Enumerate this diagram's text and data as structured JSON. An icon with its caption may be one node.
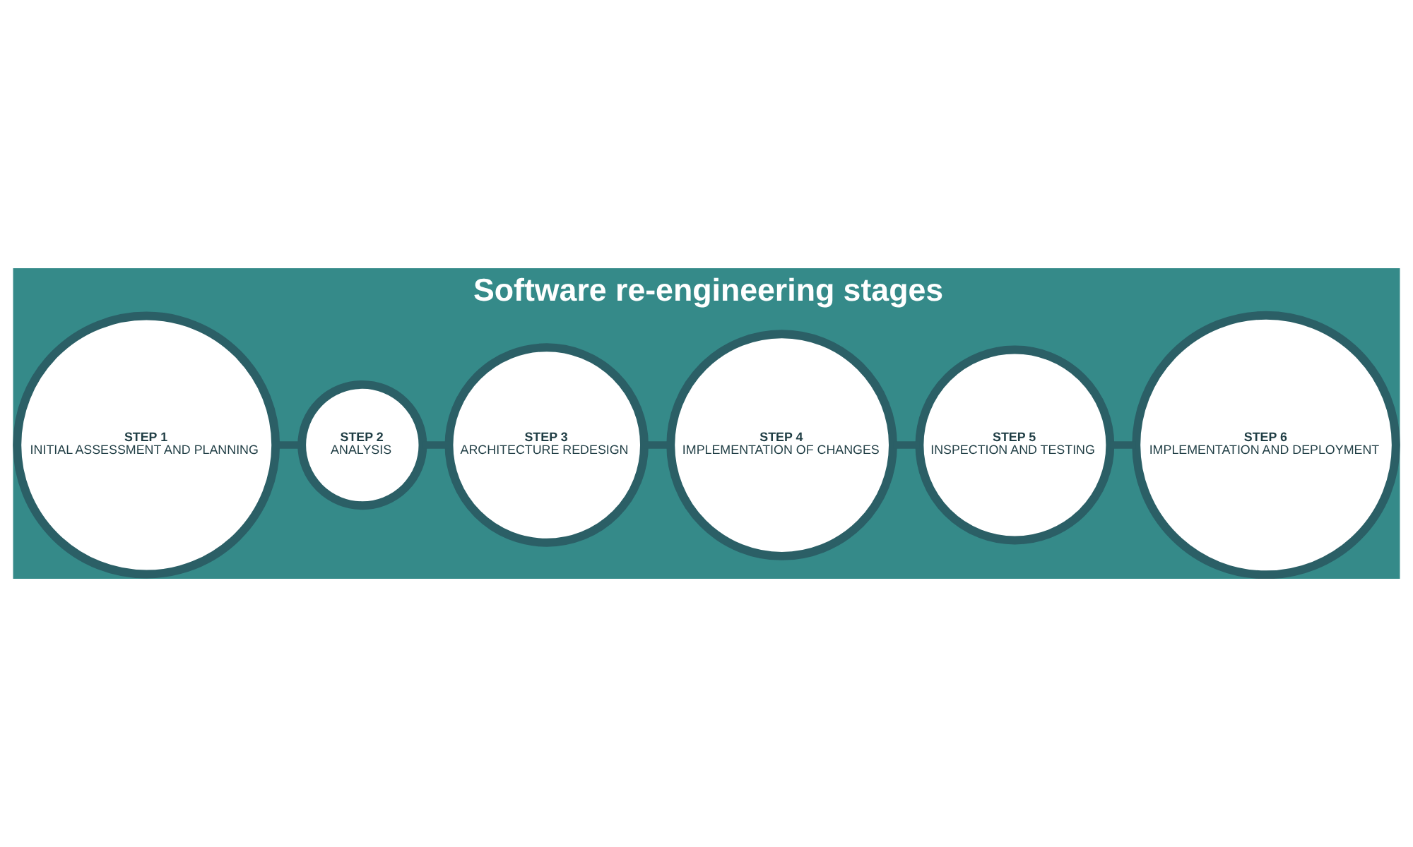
{
  "diagram": {
    "title": "Software re-engineering stages",
    "nodes": [
      {
        "text": [
          "STEP 1",
          "INITIAL ASSESSMENT AND PLANNING"
        ]
      },
      {
        "text": [
          "STEP 2",
          "ANALYSIS"
        ]
      },
      {
        "text": [
          "STEP 3",
          "ARCHITECTURE REDESIGN"
        ]
      },
      {
        "text": [
          "STEP 4",
          "IMPLEMENTATION OF CHANGES"
        ]
      },
      {
        "text": [
          "STEP 5",
          "INSPECTION AND TESTING"
        ]
      },
      {
        "text": [
          "STEP 6",
          "IMPLEMENTATION AND DEPLOYMENT"
        ]
      }
    ],
    "edges": [
      {
        "from": 0,
        "to": 1,
        "arrow": "none"
      },
      {
        "from": 1,
        "to": 2,
        "arrow": "none"
      },
      {
        "from": 2,
        "to": 3,
        "arrow": "none"
      },
      {
        "from": 3,
        "to": 4,
        "arrow": "none"
      },
      {
        "from": 4,
        "to": 5,
        "arrow": "none"
      }
    ]
  }
}
